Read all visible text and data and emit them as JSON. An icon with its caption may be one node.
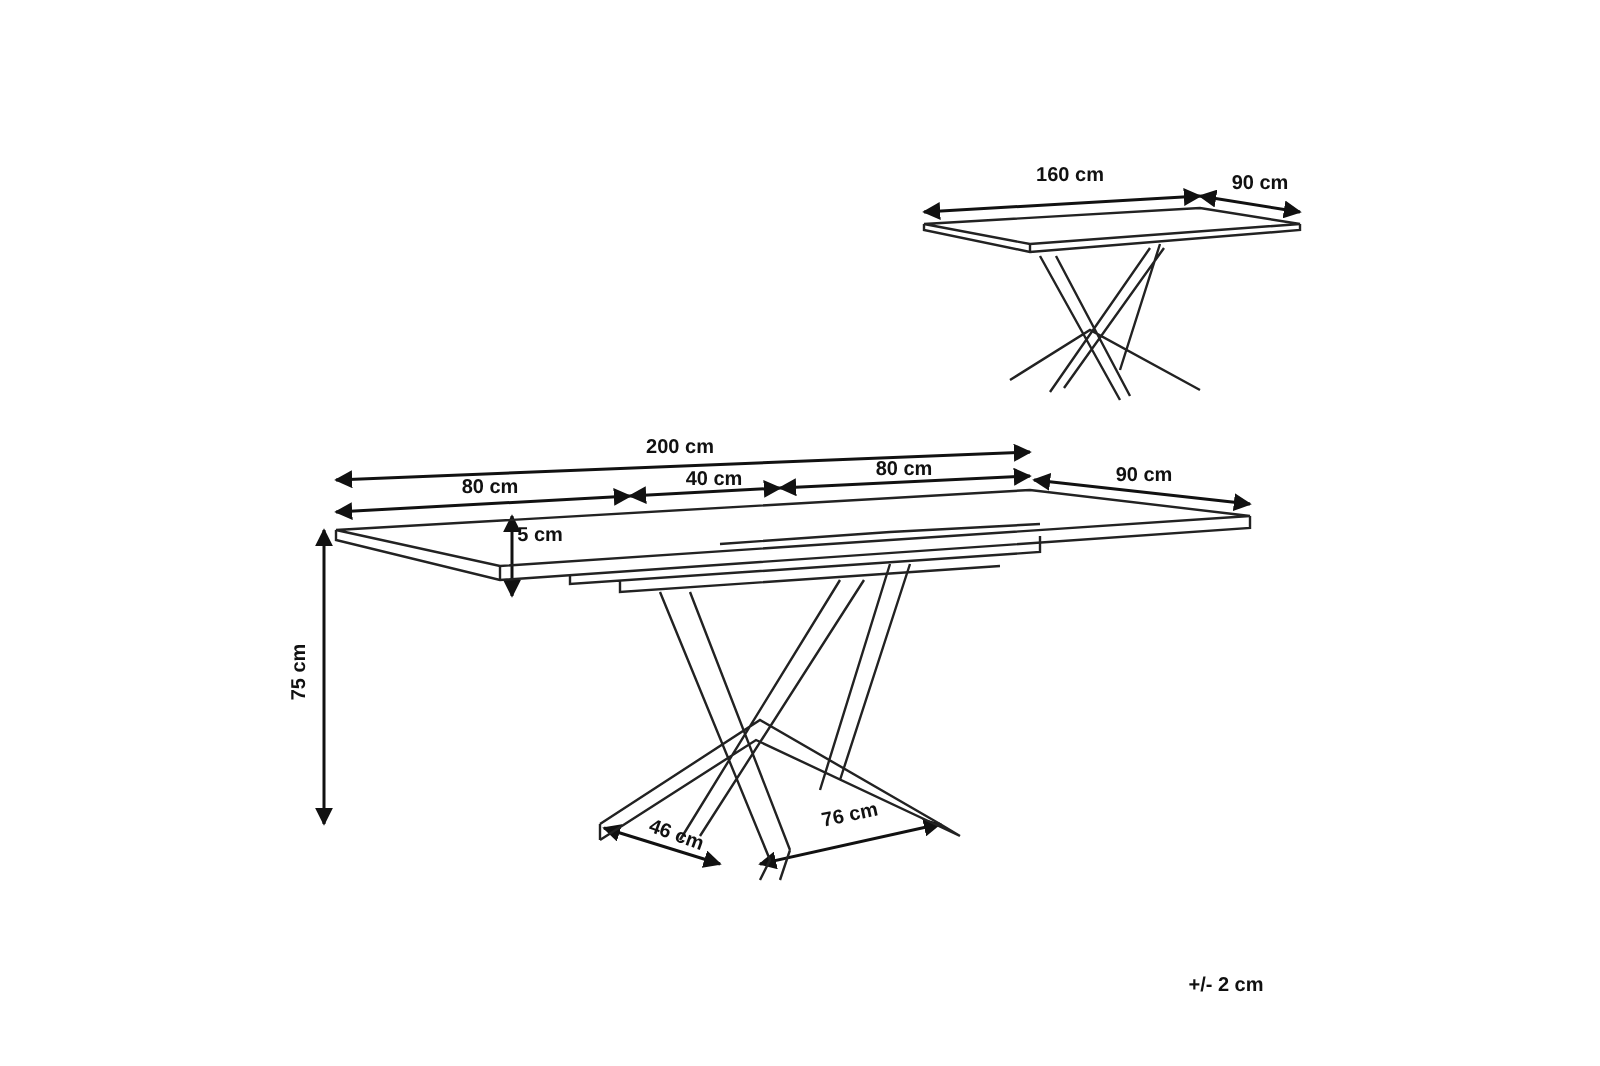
{
  "diagram": {
    "labels": [
      "160 cm",
      "90 cm",
      "200 cm",
      "80 cm",
      "40 cm",
      "80 cm",
      "90 cm",
      "5 cm",
      "75 cm",
      "46 cm",
      "76 cm",
      "+/- 2 cm"
    ]
  }
}
